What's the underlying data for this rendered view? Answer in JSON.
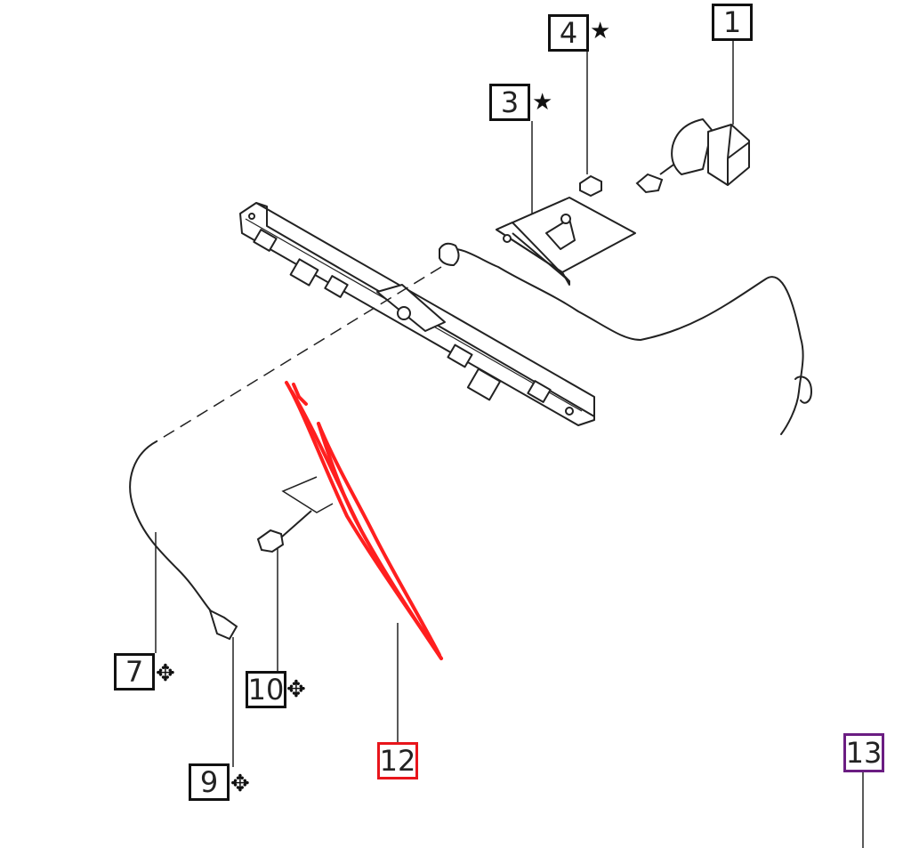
{
  "callouts": [
    {
      "id": "c1",
      "label": "1",
      "mark": "",
      "color": "#111111"
    },
    {
      "id": "c3",
      "label": "3",
      "mark": "★",
      "color": "#111111"
    },
    {
      "id": "c4",
      "label": "4",
      "mark": "★",
      "color": "#111111"
    },
    {
      "id": "c7",
      "label": "7",
      "mark": "✥",
      "color": "#111111"
    },
    {
      "id": "c9",
      "label": "9",
      "mark": "✥",
      "color": "#111111"
    },
    {
      "id": "c10",
      "label": "10",
      "mark": "✥",
      "color": "#111111"
    },
    {
      "id": "c12",
      "label": "12",
      "mark": "",
      "color": "#e8151b"
    },
    {
      "id": "c13",
      "label": "13",
      "mark": "",
      "color": "#6b1d82"
    }
  ],
  "highlight_color": "#ff1f1f"
}
